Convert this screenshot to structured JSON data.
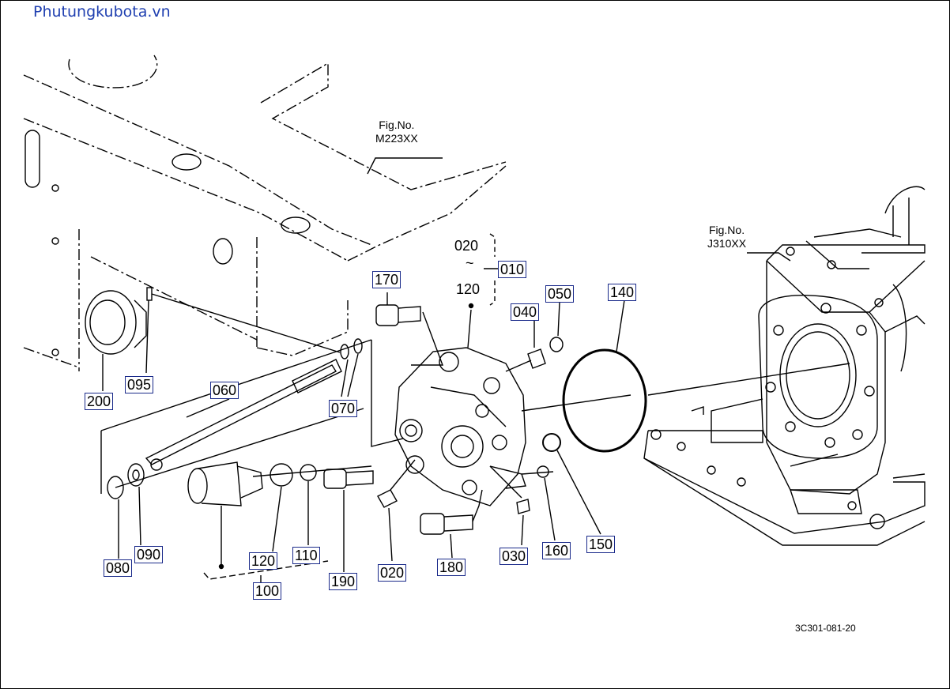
{
  "watermark": "Phutungkubota.vn",
  "figure_refs": {
    "top": {
      "line1": "Fig.No.",
      "line2": "M223XX"
    },
    "right": {
      "line1": "Fig.No.",
      "line2": "J310XX"
    }
  },
  "range_label": {
    "from": "020",
    "tilde": "~",
    "to": "120"
  },
  "doc_id": "3C301-081-20",
  "parts": {
    "p010": "010",
    "p020": "020",
    "p030": "030",
    "p040": "040",
    "p050": "050",
    "p060": "060",
    "p070": "070",
    "p080": "080",
    "p090": "090",
    "p095": "095",
    "p100": "100",
    "p110": "110",
    "p120": "120",
    "p140": "140",
    "p150": "150",
    "p160": "160",
    "p170": "170",
    "p180": "180",
    "p190": "190",
    "p200": "200"
  }
}
